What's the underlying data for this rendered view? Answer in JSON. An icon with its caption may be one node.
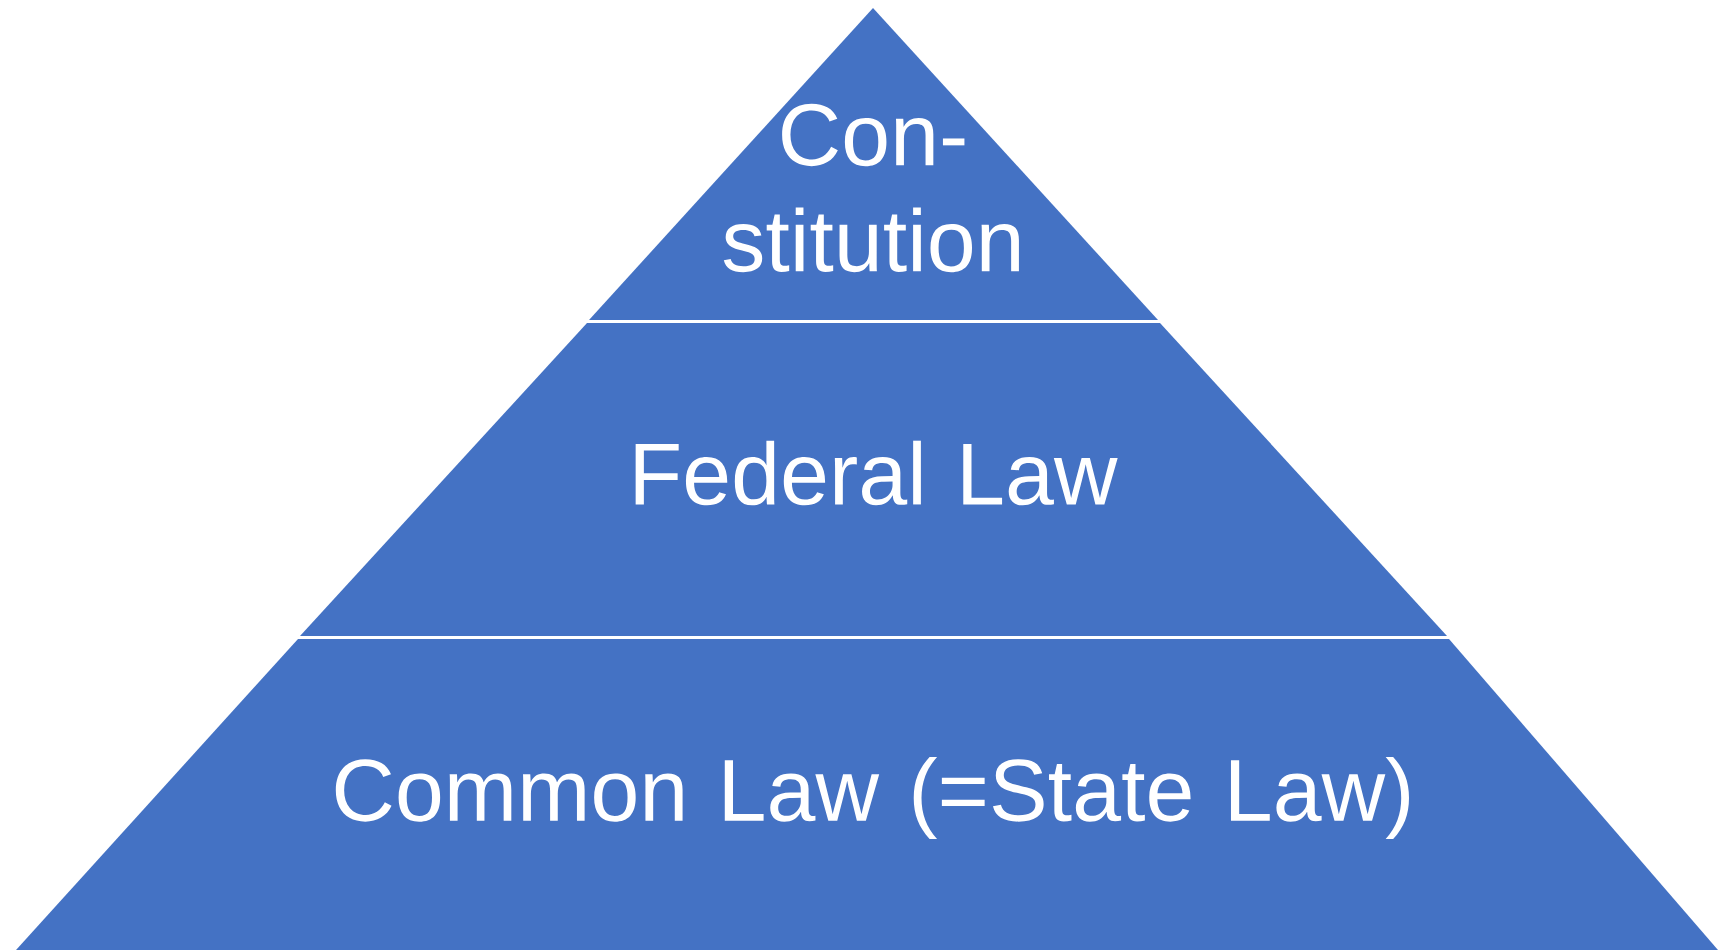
{
  "diagram": {
    "nodes": [
      {
        "text": [
          "Con- stitution"
        ]
      },
      {
        "text": [
          "Federal Law"
        ]
      },
      {
        "text": [
          "Common Law (=State Law)"
        ]
      }
    ]
  }
}
